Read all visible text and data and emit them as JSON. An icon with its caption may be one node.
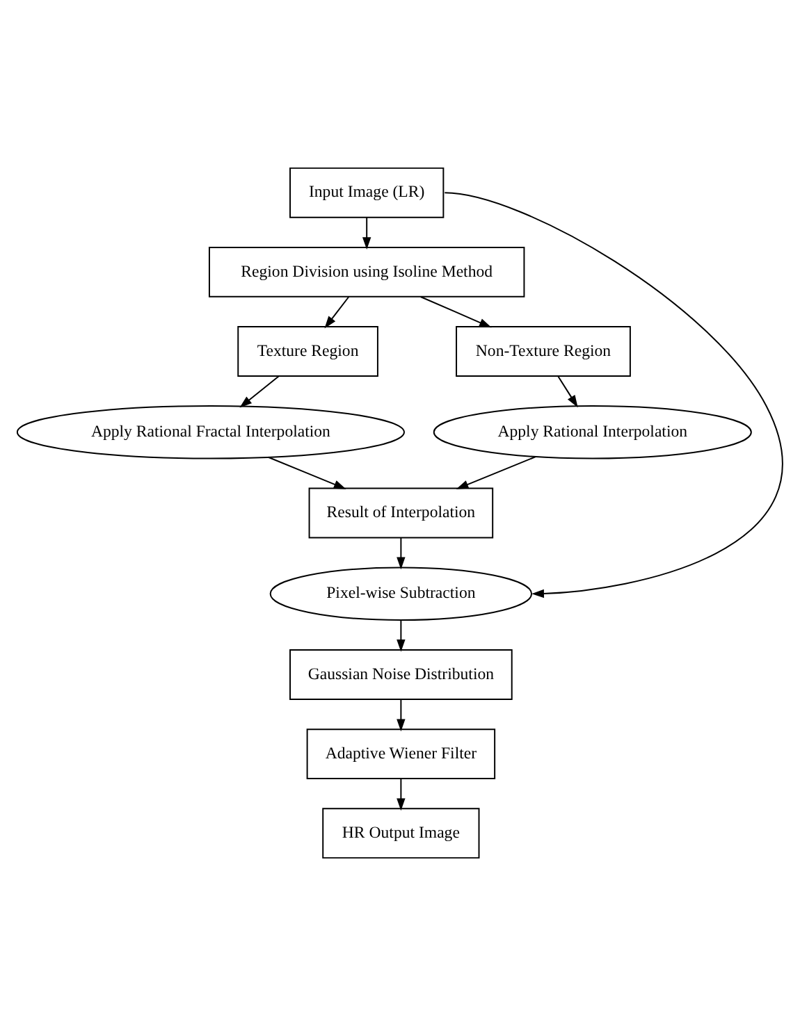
{
  "diagram": {
    "nodes": [
      {
        "text": [
          "Input Image (LR)"
        ]
      },
      {
        "text": [
          "Region Division using Isoline Method"
        ]
      },
      {
        "text": [
          "Texture Region"
        ]
      },
      {
        "text": [
          "Non-Texture Region"
        ]
      },
      {
        "text": [
          "Apply Rational Fractal Interpolation"
        ]
      },
      {
        "text": [
          "Apply Rational Interpolation"
        ]
      },
      {
        "text": [
          "Result of Interpolation"
        ]
      },
      {
        "text": [
          "Pixel-wise Subtraction"
        ]
      },
      {
        "text": [
          "Gaussian Noise Distribution"
        ]
      },
      {
        "text": [
          "Adaptive Wiener Filter"
        ]
      },
      {
        "text": [
          "HR Output Image"
        ]
      }
    ],
    "edges": [
      {
        "from": 0,
        "to": 1,
        "arrow": "to"
      },
      {
        "from": 1,
        "to": 2,
        "arrow": "to"
      },
      {
        "from": 1,
        "to": 3,
        "arrow": "to"
      },
      {
        "from": 2,
        "to": 4,
        "arrow": "to"
      },
      {
        "from": 3,
        "to": 5,
        "arrow": "to"
      },
      {
        "from": 4,
        "to": 6,
        "arrow": "to"
      },
      {
        "from": 5,
        "to": 6,
        "arrow": "to"
      },
      {
        "from": 6,
        "to": 7,
        "arrow": "to"
      },
      {
        "from": 0,
        "to": 7,
        "arrow": "to"
      },
      {
        "from": 7,
        "to": 8,
        "arrow": "to"
      },
      {
        "from": 8,
        "to": 9,
        "arrow": "to"
      },
      {
        "from": 9,
        "to": 10,
        "arrow": "to"
      }
    ]
  }
}
